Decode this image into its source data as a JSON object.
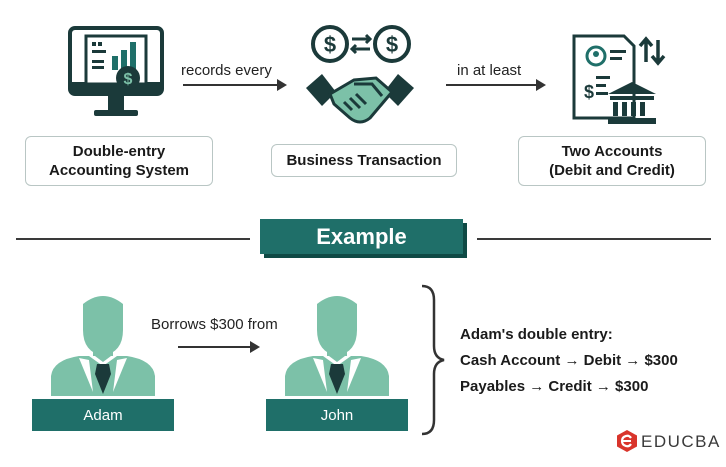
{
  "top_flow": {
    "left_box": "Double-entry\nAccounting System",
    "middle_box": "Business Transaction",
    "right_box": "Two Accounts\n(Debit and Credit)",
    "arrow1_label": "records every",
    "arrow2_label": "in at least"
  },
  "example": {
    "heading": "Example"
  },
  "people": {
    "left_name": "Adam",
    "right_name": "John",
    "arrow_label": "Borrows $300 from"
  },
  "double_entry": {
    "title": "Adam's double entry:",
    "line1": "Cash Account → Debit → $300",
    "line2": "Payables → Credit → $300"
  },
  "brand": {
    "name": "EDUCBA"
  },
  "colors": {
    "teal": "#1f6f69",
    "mint": "#7cc1a8",
    "dark": "#1b3a3a"
  },
  "icons": [
    "computer-chart-icon",
    "handshake-icon",
    "document-bank-icon",
    "person-icon",
    "educba-logo-icon"
  ]
}
